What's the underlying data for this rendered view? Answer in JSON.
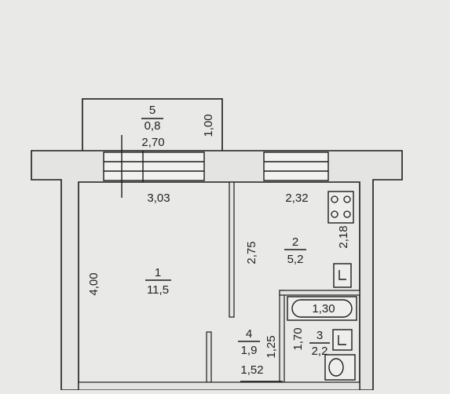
{
  "plan": {
    "rooms": [
      {
        "number": "1",
        "area": "11,5"
      },
      {
        "number": "2",
        "area": "5,2"
      },
      {
        "number": "3",
        "area": "2,2"
      },
      {
        "number": "4",
        "area": "1,9"
      },
      {
        "number": "5",
        "area": "0,8"
      }
    ],
    "dimensions": {
      "balcony_width": "2,70",
      "balcony_depth": "1,00",
      "room1_width": "3,03",
      "room1_depth": "4,00",
      "kitchen_width": "2,32",
      "kitchen_depth": "2,18",
      "partition_length": "2,75",
      "bath_length": "1,30",
      "bath_depth": "1,70",
      "hall_depth": "1,25",
      "hall_width": "1,52"
    }
  }
}
